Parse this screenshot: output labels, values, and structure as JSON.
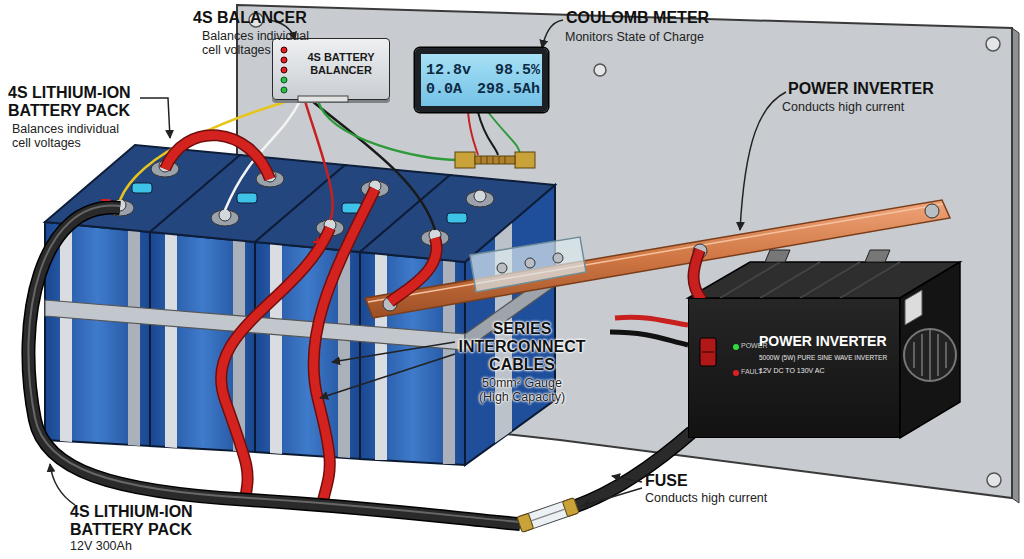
{
  "diagram": {
    "nodes": [
      {
        "text": [
          "4S BATTERY BALANCER"
        ]
      },
      {
        "text": [
          "12.8v",
          "98.5%",
          "0.0A",
          "298.5Ah"
        ]
      },
      {
        "text": [
          "POWER",
          "FAULT",
          "POWER INVERTER",
          "5000W (5W) PURE SINE WAVE INVERTER",
          "12V DC TO 130V AC"
        ]
      }
    ],
    "labels": [
      "4S BALANCER",
      "Balances individual cell voltages",
      "4S LITHIUM-ION BATTERY PACK",
      "Balances individual cell voltages",
      "COULOMB METER",
      "Monitors State of Charge",
      "POWER INVERTER",
      "Conducts high current",
      "SERIES INTERCONNECT CABLES",
      "50mm² Gauge (High Capacity)",
      "4S LITHIUM-ION BATTERY PACK",
      "12V 300Ah",
      "FUSE",
      "Conducts high current",
      "−",
      "+"
    ]
  }
}
